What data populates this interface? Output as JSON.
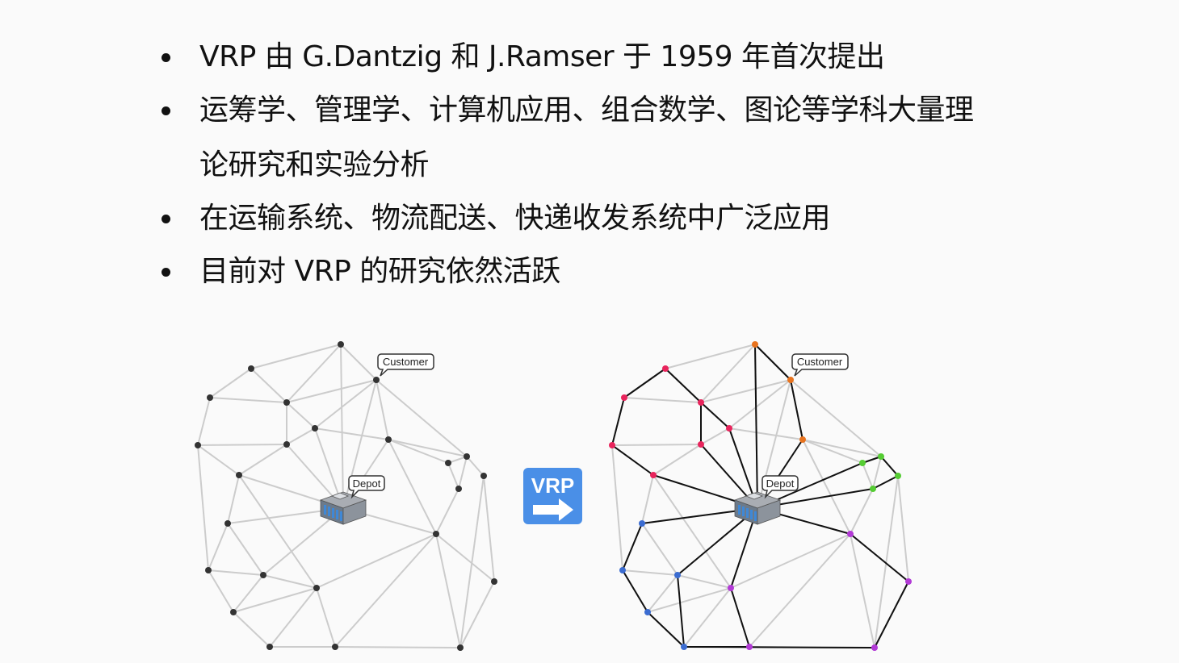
{
  "bullets": [
    "VRP 由 G.Dantzig 和 J.Ramser 于 1959 年首次提出",
    "运筹学、管理学、计算机应用、组合数学、图论等学科大量理",
    "论研究和实验分析",
    "在运输系统、物流配送、快递收发系统中广泛应用",
    "目前对 VRP 的研究依然活跃"
  ],
  "left_graph": {
    "customer_label": "Customer",
    "depot_label": "Depot"
  },
  "right_graph": {
    "customer_label": "Customer",
    "depot_label": "Depot"
  },
  "arrow_button": {
    "label": "VRP",
    "icon": "right-arrow-icon"
  },
  "colors": {
    "node": "#333333",
    "edge": "#cccccc",
    "route_edge": "#111111",
    "arrow_bg": "#4a8fe7",
    "route_colors": [
      "#e8245c",
      "#e8731e",
      "#55cc33",
      "#b23ad6",
      "#3b6cd1"
    ]
  }
}
